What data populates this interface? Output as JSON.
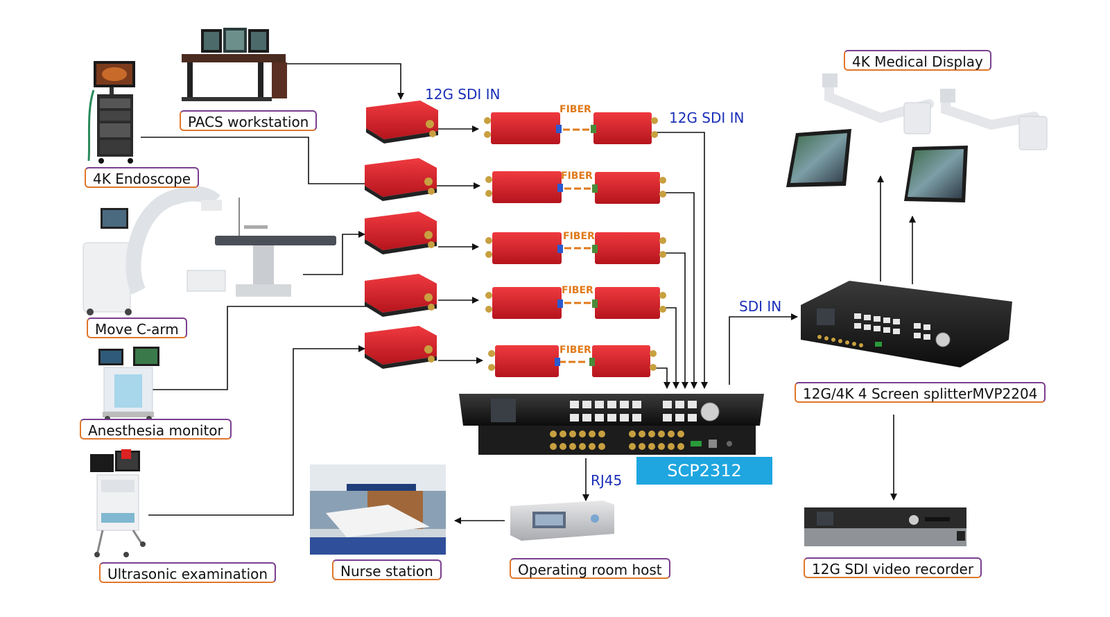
{
  "labels": {
    "pacs": "PACS workstation",
    "endoscope": "4K Endoscope",
    "c_arm": "Move C-arm",
    "anesthesia": "Anesthesia monitor",
    "ultrasonic": "Ultrasonic examination",
    "nurse": "Nurse station",
    "host": "Operating room host",
    "display": "4K Medical Display",
    "splitter": "12G/4K 4 Screen splitterMVP2204",
    "recorder": "12G SDI video recorder",
    "matrix": "SCP2312"
  },
  "signals": {
    "sdi_in_1": "12G SDI IN",
    "sdi_in_2": "12G SDI IN",
    "sdi_in_3": "SDI IN",
    "rj45": "RJ45",
    "fiber": "FIBER"
  },
  "colors": {
    "converter_red": "#d7202a",
    "signal_blue": "#1a2fb8",
    "fiber_orange": "#e07a1a",
    "matrix_blue": "#1fa6e0",
    "label_border_purple": "#7a3f8f",
    "label_border_orange": "#e0762a"
  }
}
